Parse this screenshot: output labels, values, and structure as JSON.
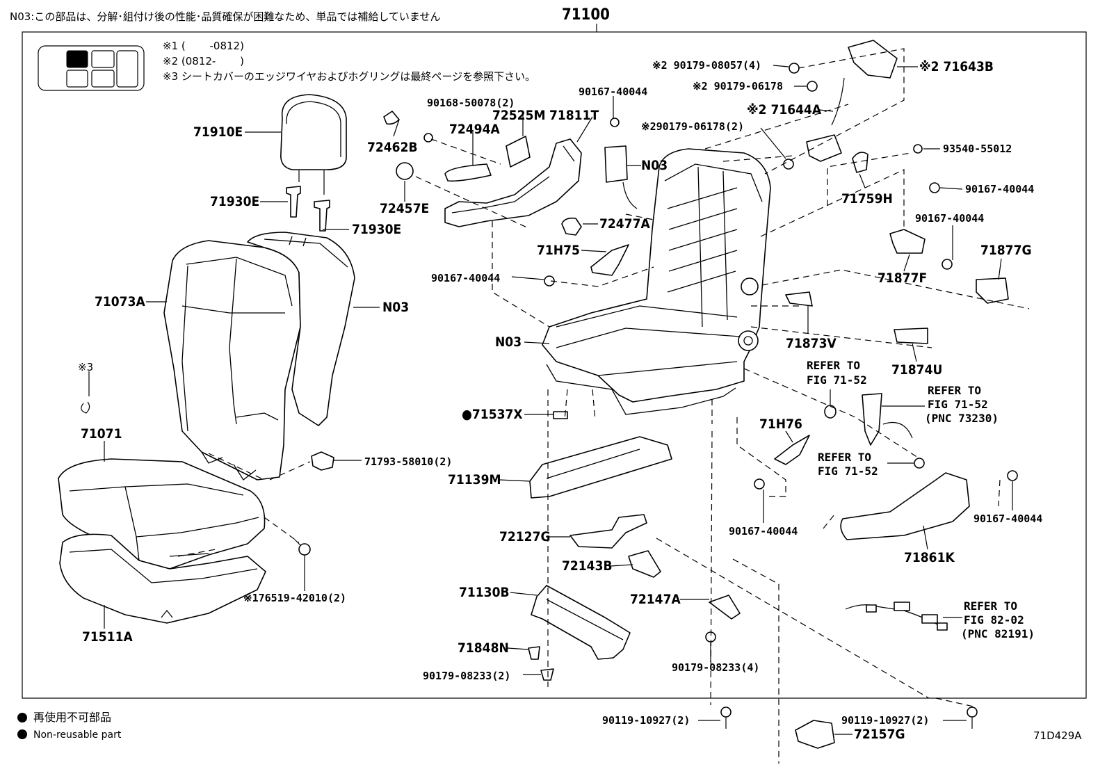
{
  "header": {
    "note_n03": "N03:この部品は、分解･組付け後の性能･品質確保が困難なため、単品では補給していません",
    "assembly_number": "71100"
  },
  "notes": {
    "note1": "※1 (　　 -0812)",
    "note2": "※2 (0812-　　 )",
    "note3": "※3 シートカバーのエッジワイヤおよびホグリングは最終ページを参照下さい。"
  },
  "legend": {
    "jp": "再使用不可部品",
    "en": "Non-reusable part"
  },
  "figure_code": "71D429A",
  "parts": [
    "71910E",
    "71930E",
    "71930E",
    "71073A",
    "N03",
    "※3",
    "71071",
    "71511A",
    "71793-58010(2)",
    "※176519-42010(2)",
    "90168-50078(2)",
    "72462B",
    "72494A",
    "72525M",
    "71811T",
    "72457E",
    "72477A",
    "71H75",
    "90167-40044",
    "90167-40044",
    "N03",
    "N03",
    "●71537X",
    "71139M",
    "72127G",
    "72143B",
    "71130B",
    "71848N",
    "90179-08233(2)",
    "72147A",
    "90179-08233(4)",
    "90119-10927(2)",
    "90119-10927(2)",
    "72157G",
    "※2 90179-08057(4)",
    "※2 90179-06178",
    "※2 71643B",
    "※2 71644A",
    "※290179-06178(2)",
    "93540-55012",
    "90167-40044",
    "71759H",
    "90167-40044",
    "71877F",
    "71877G",
    "71873V",
    "71874U",
    "REFER TO",
    "FIG 71-52",
    "REFER TO",
    "FIG 71-52",
    "(PNC 73230)",
    "71H76",
    "REFER TO",
    "FIG 71-52",
    "90167-40044",
    "90167-40044",
    "71861K",
    "REFER TO",
    "FIG 82-02",
    "(PNC 82191)"
  ],
  "colors": {
    "ink": "#000000",
    "paper": "#ffffff"
  }
}
